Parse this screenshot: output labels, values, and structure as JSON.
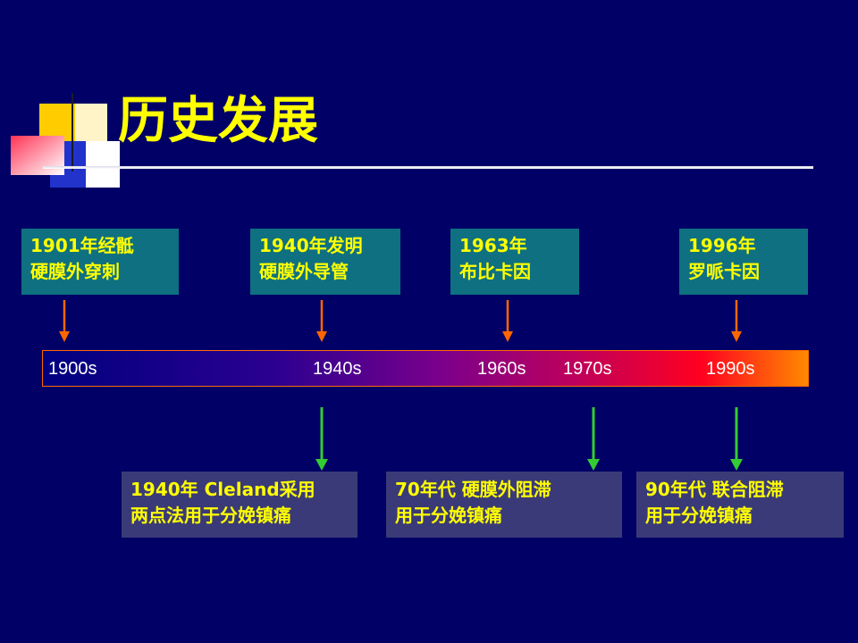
{
  "slide": {
    "title": "历史发展",
    "top_events": [
      {
        "text": "1901年经骶\n硬膜外穿刺"
      },
      {
        "text": "1940年发明\n硬膜外导管"
      },
      {
        "text": "1963年\n布比卡因"
      },
      {
        "text": "1996年\n罗哌卡因"
      }
    ],
    "timeline_labels": [
      "1900s",
      "1940s",
      "1960s",
      "1970s",
      "1990s"
    ],
    "bottom_events": [
      {
        "text": "1940年 Cleland采用\n两点法用于分娩镇痛"
      },
      {
        "text": "70年代 硬膜外阻滞\n用于分娩镇痛"
      },
      {
        "text": "90年代 联合阻滞\n用于分娩镇痛"
      }
    ]
  },
  "colors": {
    "background": "#000066",
    "title_text": "#ffff00",
    "top_box": "#0e7080",
    "bottom_box": "#3a3a78",
    "top_arrow": "#ff6600",
    "bottom_arrow": "#33cc33"
  }
}
